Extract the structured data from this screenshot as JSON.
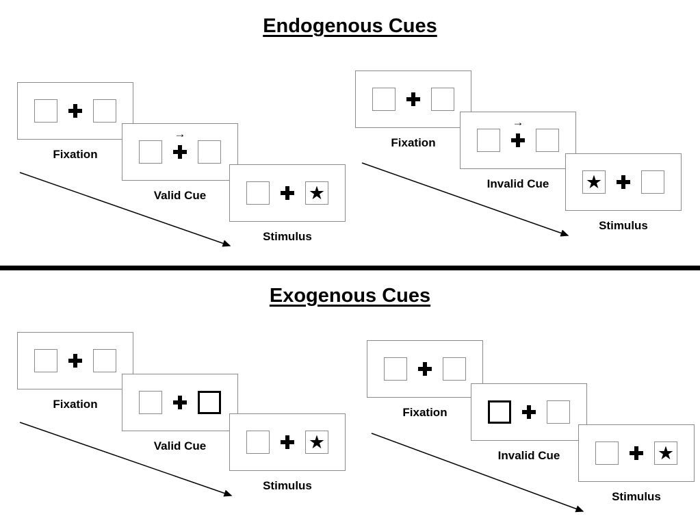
{
  "page": {
    "sections": [
      {
        "title": "Endogenous Cues",
        "trials": [
          {
            "panels": [
              {
                "label": "Fixation"
              },
              {
                "label": "Valid Cue",
                "cue": "central-arrow-right"
              },
              {
                "label": "Stimulus",
                "target": "right"
              }
            ]
          },
          {
            "panels": [
              {
                "label": "Fixation"
              },
              {
                "label": "Invalid Cue",
                "cue": "central-arrow-right"
              },
              {
                "label": "Stimulus",
                "target": "left"
              }
            ]
          }
        ]
      },
      {
        "title": "Exogenous Cues",
        "trials": [
          {
            "panels": [
              {
                "label": "Fixation"
              },
              {
                "label": "Valid Cue",
                "cue": "peripheral-box-right"
              },
              {
                "label": "Stimulus",
                "target": "right"
              }
            ]
          },
          {
            "panels": [
              {
                "label": "Fixation"
              },
              {
                "label": "Invalid Cue",
                "cue": "peripheral-box-left"
              },
              {
                "label": "Stimulus",
                "target": "right"
              }
            ]
          }
        ]
      }
    ],
    "glyphs": {
      "cue_arrow": "→",
      "target_star": "★"
    }
  }
}
